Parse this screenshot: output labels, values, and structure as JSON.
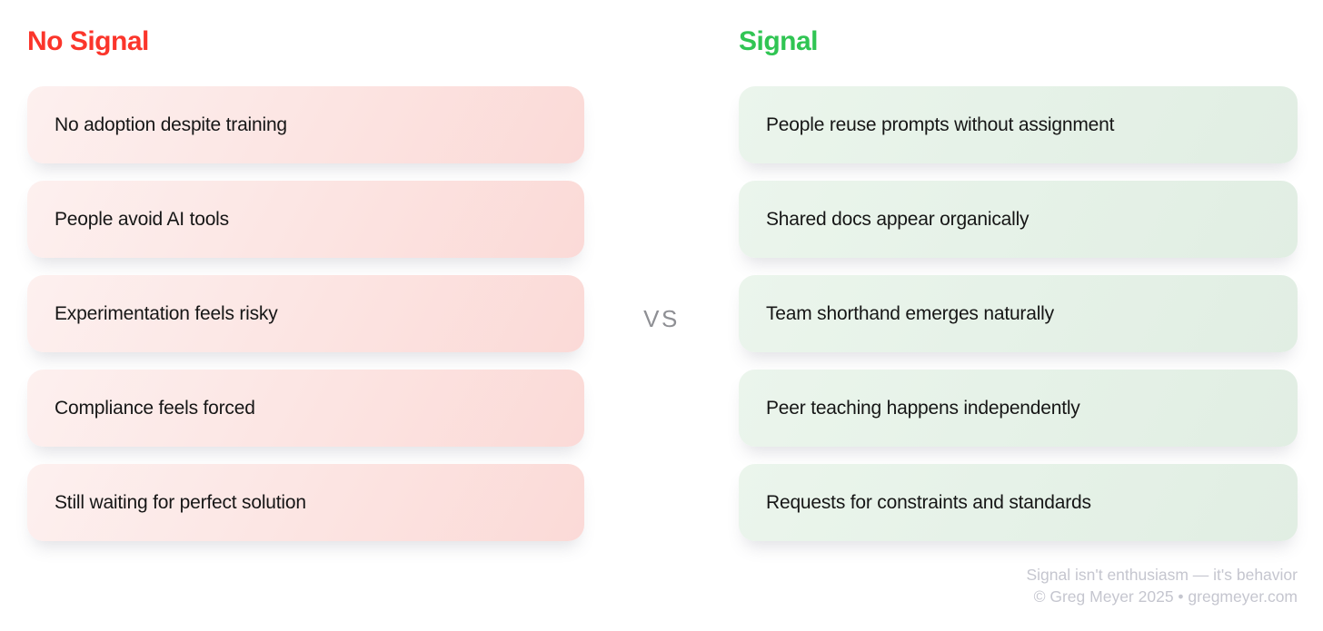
{
  "page": {
    "background_color": "#FFFFFF"
  },
  "left_column": {
    "heading": "No Signal",
    "heading_color": "#FB352B",
    "card_gradient_start": "#FDF0EF",
    "card_gradient_end": "#FBDAD7",
    "items": [
      "No adoption despite training",
      "People avoid AI tools",
      "Experimentation feels risky",
      "Compliance feels forced",
      "Still waiting for perfect solution"
    ]
  },
  "divider": {
    "label": "VS",
    "color": "#8E8F94"
  },
  "right_column": {
    "heading": "Signal",
    "heading_color": "#30C553",
    "card_gradient_start": "#EBF5EC",
    "card_gradient_end": "#E1EEE3",
    "items": [
      "People reuse prompts without assignment",
      "Shared docs appear organically",
      "Team shorthand emerges naturally",
      "Peer teaching happens independently",
      "Requests for constraints and standards"
    ]
  },
  "footer": {
    "line1": "Signal isn't enthusiasm — it's behavior",
    "line2": "© Greg Meyer 2025 • gregmeyer.com",
    "color": "#C5C6CF"
  }
}
